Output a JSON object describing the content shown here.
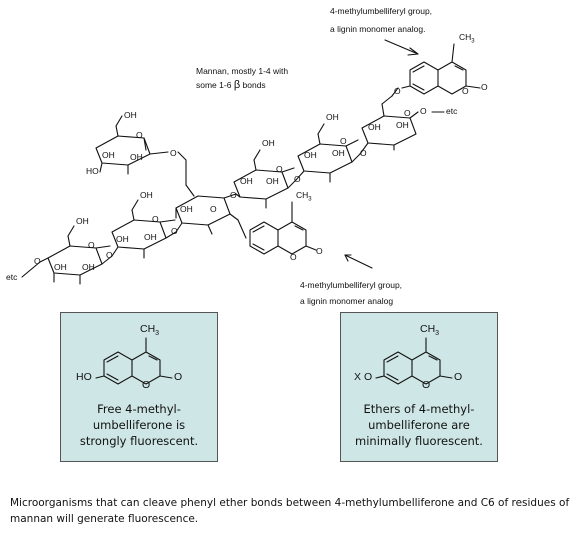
{
  "top_group_label": {
    "line1": "4-methylumbelliferyl group,",
    "line2": "a lignin monomer analog."
  },
  "mannan_label": {
    "line1": "Mannan, mostly 1-4 with",
    "line2": "some 1-6",
    "beta": "β",
    "line2_end": "bonds"
  },
  "bottom_group_label": {
    "line1": "4-methylumbelliferyl group,",
    "line2": "a lignin monomer analog"
  },
  "atoms": {
    "oh": "OH",
    "ho": "HO",
    "o": "O",
    "ch3": "CH",
    "ch3_sub": "3",
    "etc": "etc",
    "x": "X"
  },
  "box_left": {
    "line1": "Free 4-methyl-",
    "line2": "umbelliferone is",
    "line3": "strongly fluorescent."
  },
  "box_right": {
    "line1": "Ethers of 4-methyl-",
    "line2": "umbelliferone are",
    "line3": "minimally fluorescent."
  },
  "caption": "Microorganisms that can cleave phenyl ether bonds between  4-methylumbelliferone and C6 of residues of mannan will generate fluorescence."
}
